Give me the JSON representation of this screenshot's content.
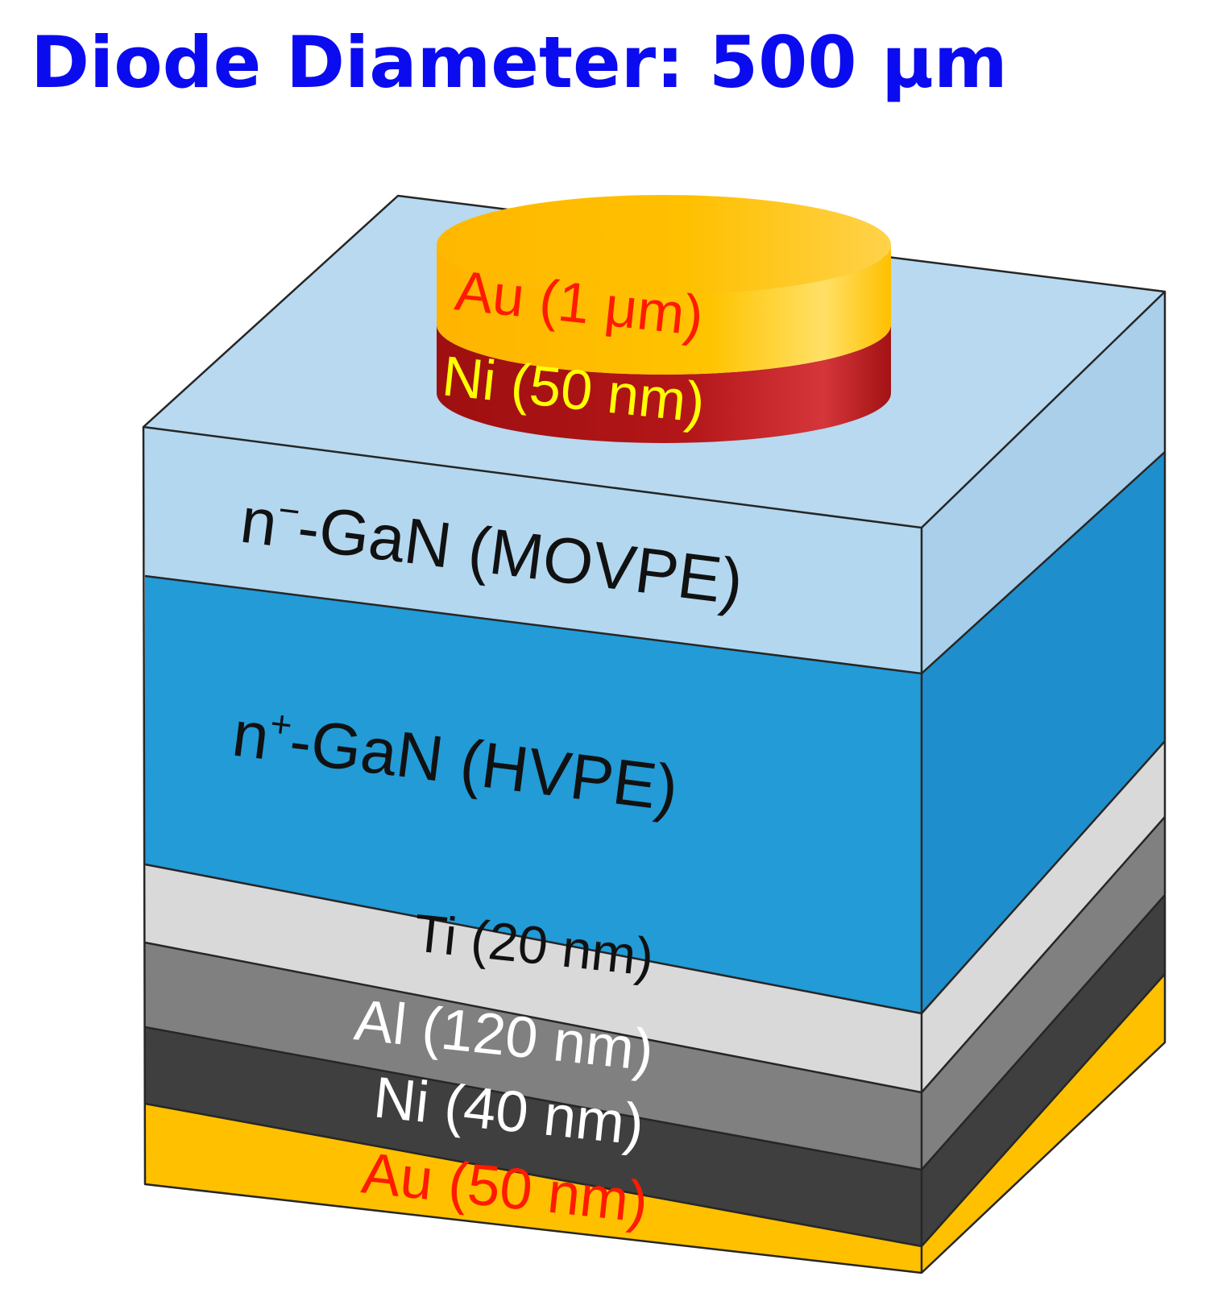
{
  "title": "Diode Diameter: 500 μm",
  "colors": {
    "title": "#0b0bf0",
    "n_minus_front": "#b3d7ef",
    "n_minus_top": "#b8d9ef",
    "n_minus_side": "#a9cfea",
    "n_plus_front": "#229bd7",
    "n_plus_side": "#1e8fcc",
    "ti_front": "#d9d9d9",
    "al_front": "#808080",
    "ni_back_front": "#3f3f3f",
    "au_back_front": "#ffc000",
    "contact_au": "#ffc000",
    "contact_ni": "#b01818",
    "outline": "#262626",
    "text_dark": "#111111",
    "text_white": "#ffffff",
    "text_red": "#ff1a00",
    "text_yellow": "#ffff00"
  },
  "layers": [
    {
      "id": "n-minus-gan",
      "prefix": "n",
      "superscript": "−",
      "suffix": "-GaN (MOVPE)"
    },
    {
      "id": "n-plus-gan",
      "prefix": "n",
      "superscript": "+",
      "suffix": "-GaN (HVPE)"
    },
    {
      "id": "ti",
      "label": "Ti (20 nm)"
    },
    {
      "id": "al",
      "label": "Al (120 nm)"
    },
    {
      "id": "ni-back",
      "label": "Ni (40 nm)"
    },
    {
      "id": "au-back",
      "label": "Au (50 nm)"
    }
  ],
  "contact": {
    "au_label": "Au (1 μm)",
    "ni_label": "Ni (50 nm)"
  }
}
